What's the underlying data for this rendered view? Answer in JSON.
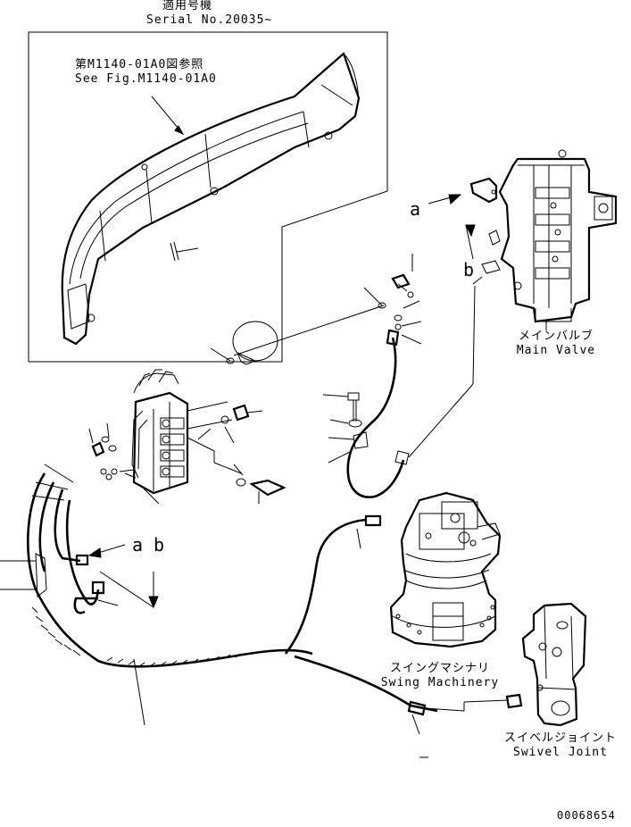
{
  "applicable": {
    "jp": "適用号機",
    "en": "Serial No.20035~"
  },
  "reference": {
    "jp": "第M1140-01A0図参照",
    "en": "See Fig.M1140-01A0"
  },
  "main_valve": {
    "jp": "メインバルブ",
    "en": "Main Valve"
  },
  "swing_machinery": {
    "jp": "スイングマシナリ",
    "en": "Swing Machinery"
  },
  "swivel_joint": {
    "jp": "スイベルジョイント",
    "en": "Swivel Joint"
  },
  "callouts": {
    "a_top": "a",
    "b_top": "b",
    "a_left": "a",
    "b_left": "b"
  },
  "figure_number": "00068654"
}
